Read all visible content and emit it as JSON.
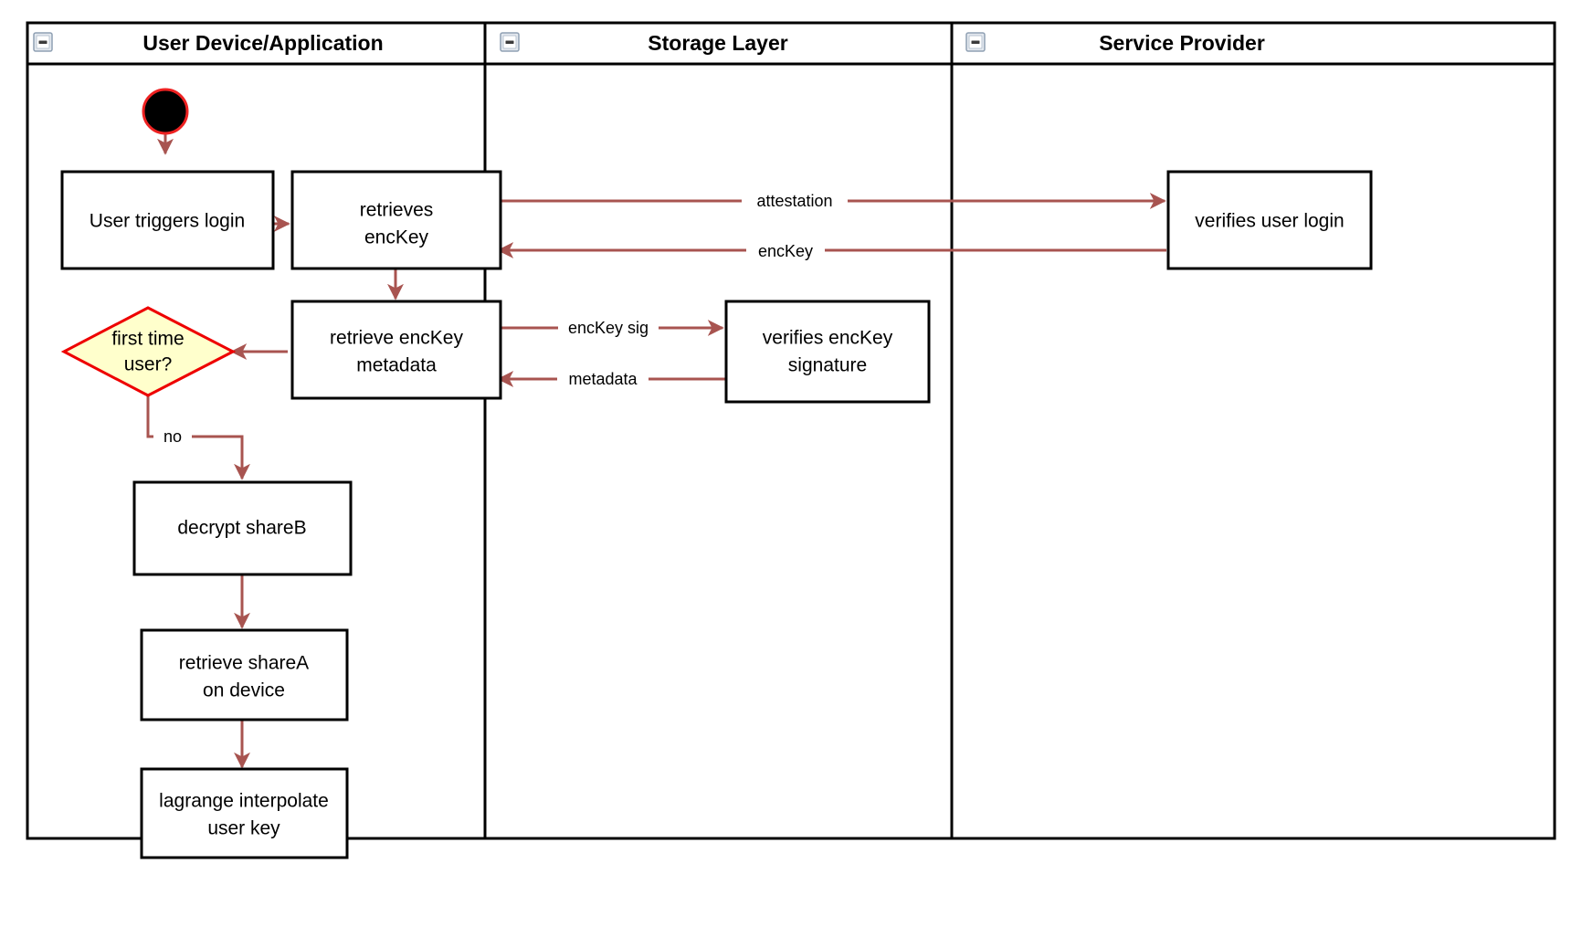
{
  "diagram": {
    "type": "swimlane-activity-diagram",
    "background_color": "#ffffff",
    "pool_border_color": "#000000",
    "node_border_color": "#000000",
    "edge_color": "#a85450",
    "decision_fill_color": "#ffffcc",
    "decision_border_color": "#ee0000",
    "start_node_fill_color": "#000000",
    "start_node_border_color": "#ee2222"
  },
  "lanes": [
    {
      "id": "lane-user-device",
      "title": "User Device/Application",
      "collapse_icon": "collapse-minus-icon"
    },
    {
      "id": "lane-storage",
      "title": "Storage Layer",
      "collapse_icon": "collapse-minus-icon"
    },
    {
      "id": "lane-service-provider",
      "title": "Service Provider",
      "collapse_icon": "collapse-minus-icon"
    }
  ],
  "nodes": [
    {
      "id": "start",
      "lane": "lane-user-device",
      "shape": "start-circle",
      "label": ""
    },
    {
      "id": "user-triggers-login",
      "lane": "lane-user-device",
      "shape": "rect",
      "label": "User triggers login"
    },
    {
      "id": "retrieves-enckey",
      "lane": "lane-user-device",
      "shape": "rect",
      "label": "retrieves\nencKey",
      "line1": "retrieves",
      "line2": "encKey"
    },
    {
      "id": "retrieve-enckey-metadata",
      "lane": "lane-user-device",
      "shape": "rect",
      "label": "retrieve encKey\nmetadata",
      "line1": "retrieve encKey",
      "line2": "metadata"
    },
    {
      "id": "first-time-user",
      "lane": "lane-user-device",
      "shape": "diamond",
      "label": "first time\nuser?",
      "line1": "first time",
      "line2": "user?"
    },
    {
      "id": "decrypt-shareb",
      "lane": "lane-user-device",
      "shape": "rect",
      "label": "decrypt shareB"
    },
    {
      "id": "retrieve-sharea-on-device",
      "lane": "lane-user-device",
      "shape": "rect",
      "label": "retrieve shareA\non device",
      "line1": "retrieve shareA",
      "line2": "on device"
    },
    {
      "id": "lagrange-interpolate-user-key",
      "lane": "lane-user-device",
      "shape": "rect",
      "label": "lagrange interpolate\nuser key",
      "line1": "lagrange interpolate",
      "line2": "user key"
    },
    {
      "id": "verifies-enckey-signature",
      "lane": "lane-storage",
      "shape": "rect",
      "label": "verifies encKey\nsignature",
      "line1": "verifies encKey",
      "line2": "signature"
    },
    {
      "id": "verifies-user-login",
      "lane": "lane-service-provider",
      "shape": "rect",
      "label": "verifies user login"
    }
  ],
  "edges": [
    {
      "id": "edge-start-to-login",
      "from": "start",
      "to": "user-triggers-login",
      "label": ""
    },
    {
      "id": "edge-login-to-retrieves",
      "from": "user-triggers-login",
      "to": "retrieves-enckey",
      "label": ""
    },
    {
      "id": "edge-attestation",
      "from": "retrieves-enckey",
      "to": "verifies-user-login",
      "label": "attestation"
    },
    {
      "id": "edge-enckey-back",
      "from": "verifies-user-login",
      "to": "retrieves-enckey",
      "label": "encKey"
    },
    {
      "id": "edge-retrieves-to-metadata",
      "from": "retrieves-enckey",
      "to": "retrieve-enckey-metadata",
      "label": ""
    },
    {
      "id": "edge-enckey-sig",
      "from": "retrieve-enckey-metadata",
      "to": "verifies-enckey-signature",
      "label": "encKey sig"
    },
    {
      "id": "edge-metadata-back",
      "from": "verifies-enckey-signature",
      "to": "retrieve-enckey-metadata",
      "label": "metadata"
    },
    {
      "id": "edge-metadata-to-decision",
      "from": "retrieve-enckey-metadata",
      "to": "first-time-user",
      "label": ""
    },
    {
      "id": "edge-decision-no",
      "from": "first-time-user",
      "to": "decrypt-shareb",
      "label": "no"
    },
    {
      "id": "edge-decrypt-to-sharea",
      "from": "decrypt-shareb",
      "to": "retrieve-sharea-on-device",
      "label": ""
    },
    {
      "id": "edge-sharea-to-lagrange",
      "from": "retrieve-sharea-on-device",
      "to": "lagrange-interpolate-user-key",
      "label": ""
    }
  ]
}
